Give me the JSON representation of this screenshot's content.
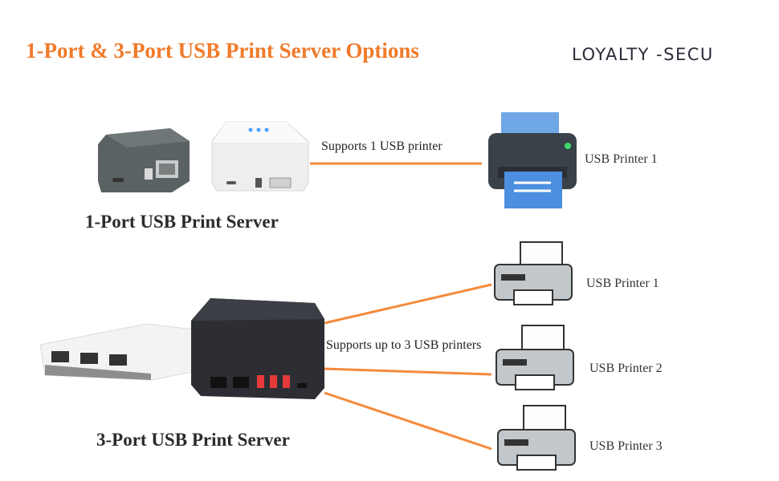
{
  "title": "1-Port & 3-Port USB Print Server Options",
  "brand": "LOYALTY -SECU",
  "one_port": {
    "label": "1-Port USB Print Server",
    "connection_label": "Supports 1 USB printer",
    "printer_label": "USB Printer 1"
  },
  "three_port": {
    "label": "3-Port USB Print Server",
    "connection_label": "Supports up to 3 USB printers",
    "printers": [
      {
        "label": "USB Printer 1"
      },
      {
        "label": "USB Printer 2"
      },
      {
        "label": "USB Printer 3"
      }
    ]
  },
  "colors": {
    "accent": "#f07a2a",
    "connector": "#f58a3c"
  }
}
